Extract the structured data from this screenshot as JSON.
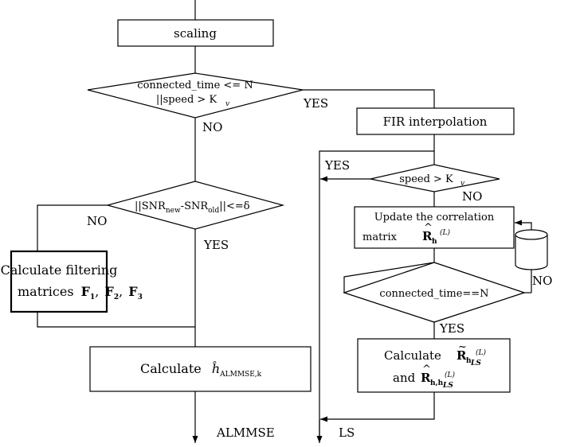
{
  "left": {
    "scaling": "scaling",
    "cond1_line1": "connected_time <= N",
    "cond1_line2": "||speed > K",
    "cond1_k_sub": "v",
    "no1": "NO",
    "snr_prefix": "||SNR",
    "snr_new_sub": "new",
    "snr_dash": "-SNR",
    "snr_old_sub": "old",
    "snr_suffix": "||<=δ",
    "no2": "NO",
    "yes2": "YES",
    "filter_line1": "Calculate filtering",
    "filter_line2_prefix": "matrices",
    "filter_F": "F",
    "filter_sub1": "1",
    "filter_sub2": "2",
    "filter_sub3": "3",
    "calc_prefix": "Calculate",
    "calc_h": "ĥ",
    "calc_sub": "ALMMSE,k",
    "output": "ALMMSE"
  },
  "right": {
    "yes_main": "YES",
    "fir": "FIR interpolation",
    "yes_speed": "YES",
    "speed_cond": "speed > K",
    "speed_sub": "v",
    "no_speed": "NO",
    "update_line1": "Update the correlation",
    "update_line2": "matrix",
    "R_symbol": "R",
    "R_h_sub": "h",
    "R_L_sup": "(L)",
    "conn_cond": "connected_time==N",
    "no_conn": "NO",
    "yes_conn": "YES",
    "calc_line1": "Calculate",
    "calc_line2": "and",
    "R_hLS_sub": "h",
    "LS_sub": "LS",
    "R_hh_sub": "h,h",
    "output": "LS"
  }
}
